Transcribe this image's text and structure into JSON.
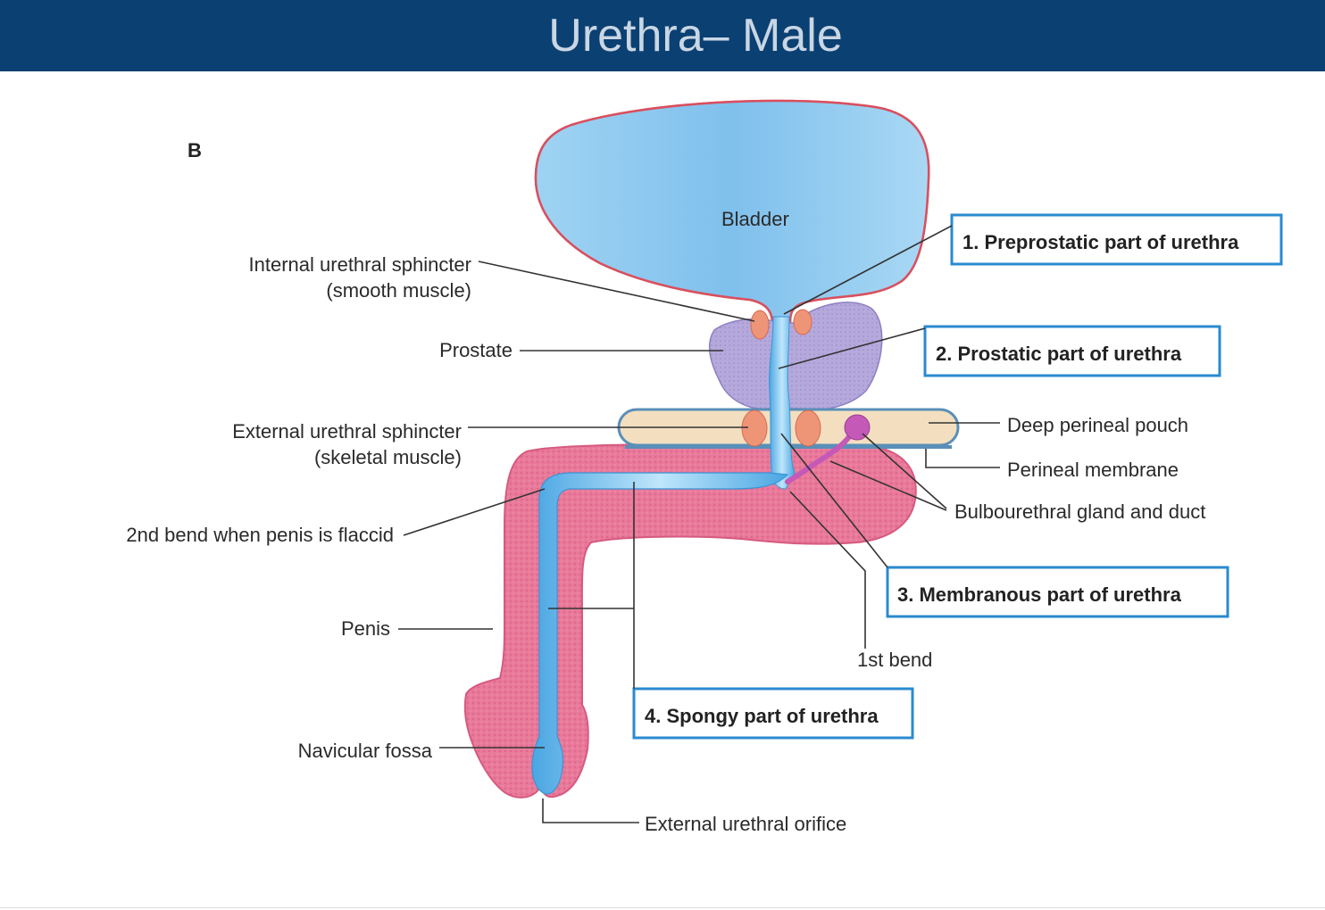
{
  "header": {
    "title": "Urethra– Male"
  },
  "panel_letter": "B",
  "structures": {
    "bladder": "Bladder",
    "internal_sphincter_1": "Internal urethral sphincter",
    "internal_sphincter_2": "(smooth muscle)",
    "prostate": "Prostate",
    "external_sphincter_1": "External urethral sphincter",
    "external_sphincter_2": "(skeletal muscle)",
    "second_bend": "2nd bend when penis is flaccid",
    "penis": "Penis",
    "navicular_fossa": "Navicular fossa",
    "external_orifice": "External urethral orifice",
    "first_bend": "1st bend",
    "deep_perineal_pouch": "Deep perineal pouch",
    "perineal_membrane": "Perineal membrane",
    "bulbourethral": "Bulbourethral gland and duct"
  },
  "parts": {
    "preprostatic": "1. Preprostatic part of urethra",
    "prostatic": "2. Prostatic part of urethra",
    "membranous": "3. Membranous part of urethra",
    "spongy": "4. Spongy part of urethra"
  },
  "colors": {
    "header_bg": "#0b4072",
    "bladder_fill": "#8ec8ee",
    "bladder_outline": "#d94f5e",
    "prostate": "#b3a7d9",
    "sphincter": "#ef9577",
    "membrane_pouch": "#f3dfc0",
    "penis": "#e9799a",
    "urethra": "#8fcdf2",
    "gland": "#c559b8",
    "label_box_border": "#2a8ad0"
  }
}
